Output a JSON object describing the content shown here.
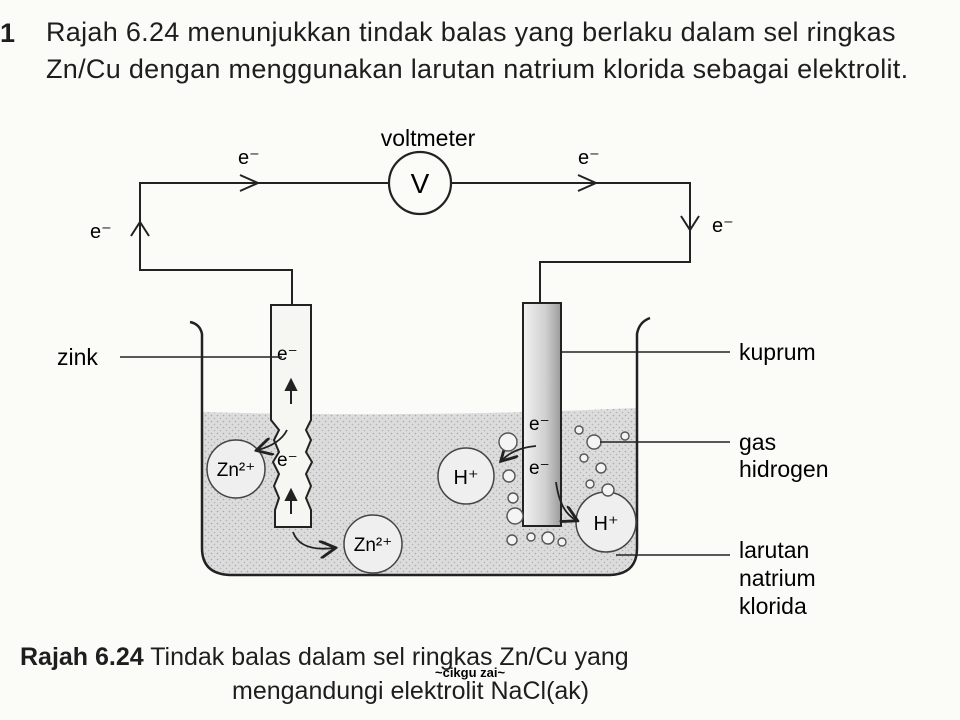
{
  "question": {
    "number": "1",
    "text": "Rajah 6.24 menunjukkan tindak balas yang berlaku dalam sel ringkas Zn/Cu dengan menggunakan larutan natrium klorida sebagai elektrolit."
  },
  "diagram": {
    "voltmeter_label": "voltmeter",
    "voltmeter_symbol": "V",
    "electron": "e⁻",
    "zinc_label": "zink",
    "copper_label": "kuprum",
    "gas_label_line1": "gas",
    "gas_label_line2": "hidrogen",
    "solution_label_line1": "larutan",
    "solution_label_line2": "natrium",
    "solution_label_line3": "klorida",
    "zinc_ion": "Zn²⁺",
    "hydrogen_ion": "H⁺"
  },
  "caption": {
    "figure_id": "Rajah 6.24",
    "line1": "Tindak balas dalam sel ringkas Zn/Cu yang",
    "line2": "mengandungi elektrolit NaCl(ak)"
  },
  "watermark": "~cikgu zai~"
}
